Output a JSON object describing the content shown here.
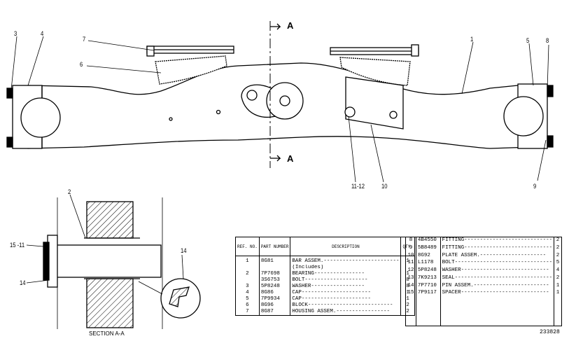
{
  "callouts": {
    "c3": "3",
    "c4": "4",
    "c7": "7",
    "c6": "6",
    "cA_top": "A",
    "cA_bottom": "A",
    "c1": "1",
    "c5": "5",
    "c8": "8",
    "c11_12": "11-12",
    "c10": "10",
    "c9": "9",
    "c2": "2",
    "c15_11": "15 -11",
    "c14_left": "14",
    "c14_right": "14"
  },
  "section_label": "SECTION A-A",
  "figure_number": "233828",
  "parts_table_left": {
    "headers": {
      "ref": "REF. NO.",
      "part": "PART NUMBER",
      "desc": "DESCRIPTION",
      "qty": "QTY."
    },
    "rows": [
      {
        "ref": "1",
        "part": "8G81",
        "desc": "BAR ASSEM.------------------------",
        "qty": "1"
      },
      {
        "ref": "",
        "part": "",
        "desc": "(Includes)",
        "qty": ""
      },
      {
        "ref": "2",
        "part": "7P7698",
        "desc": "BEARING----------------",
        "qty": "1"
      },
      {
        "ref": "",
        "part": "3S6753",
        "desc": "BOLT--------------------",
        "qty": "8"
      },
      {
        "ref": "3",
        "part": "5P8248",
        "desc": "WASHER-----------------",
        "qty": "8"
      },
      {
        "ref": "4",
        "part": "8G86",
        "desc": "CAP----------------------",
        "qty": "1"
      },
      {
        "ref": "5",
        "part": "7P9934",
        "desc": "CAP----------------------",
        "qty": "1"
      },
      {
        "ref": "6",
        "part": "8G96",
        "desc": "BLOCK---------------------------",
        "qty": "2"
      },
      {
        "ref": "7",
        "part": "8G87",
        "desc": "HOUSING ASSEM.-----------------",
        "qty": "2"
      }
    ]
  },
  "parts_table_right": {
    "rows": [
      {
        "ref": "8",
        "part": "4B4550",
        "desc": "FITTING----------------------------",
        "qty": "2"
      },
      {
        "ref": "9",
        "part": "5B8489",
        "desc": "FITTING----------------------------",
        "qty": "2"
      },
      {
        "ref": "10",
        "part": "8G92",
        "desc": "PLATE ASSEM.---------------------",
        "qty": "2"
      },
      {
        "ref": "11",
        "part": "L1178",
        "desc": "BOLT-------------------------------",
        "qty": "5"
      },
      {
        "ref": "12",
        "part": "5P8248",
        "desc": "WASHER----------------------------",
        "qty": "4"
      },
      {
        "ref": "13",
        "part": "7K9213",
        "desc": "SEAL-------------------------------",
        "qty": "2"
      },
      {
        "ref": "14",
        "part": "7P7710",
        "desc": "PIN ASSEM.------------------------",
        "qty": "1"
      },
      {
        "ref": "15",
        "part": "7P9117",
        "desc": "SPACER----------------------------",
        "qty": "1"
      }
    ]
  }
}
